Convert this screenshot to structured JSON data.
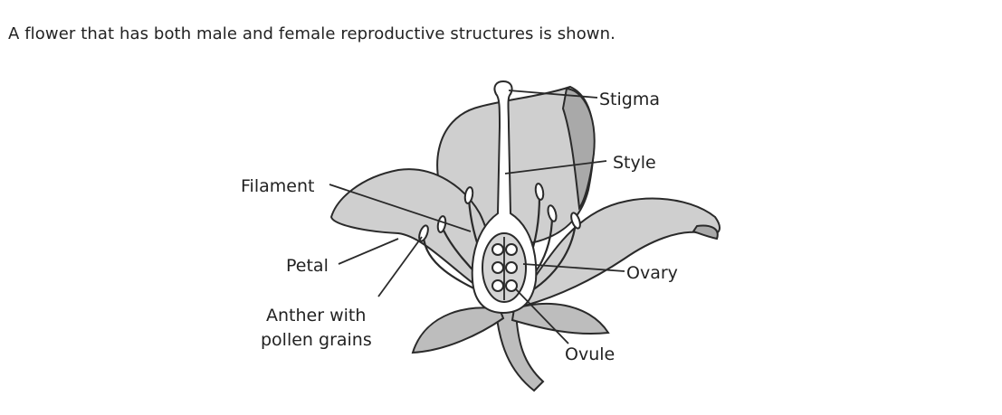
{
  "question": "A flower that has both male and female reproductive structures is shown.",
  "labels": {
    "stigma": "Stigma",
    "style": "Style",
    "filament": "Filament",
    "petal": "Petal",
    "anther_line1": "Anther with",
    "anther_line2": "pollen grains",
    "ovary": "Ovary",
    "ovule": "Ovule"
  }
}
